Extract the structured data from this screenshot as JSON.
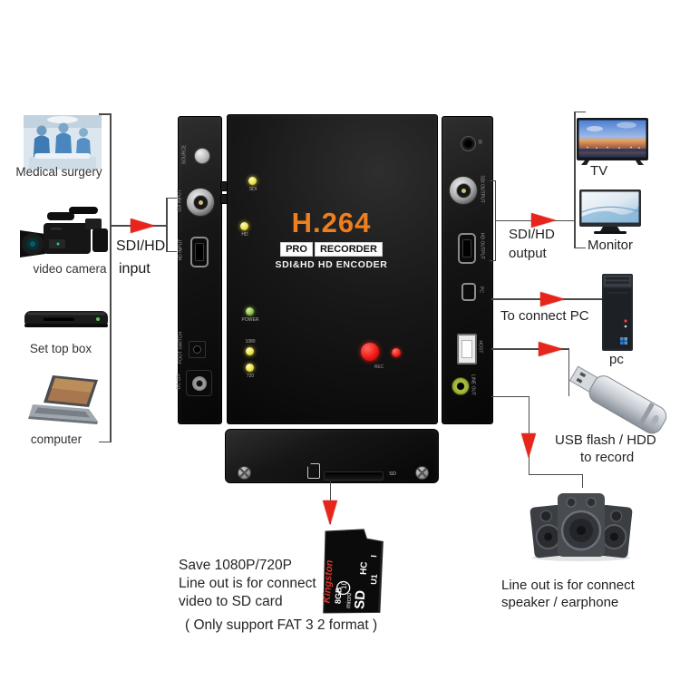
{
  "colors": {
    "arrow_red": "#e8251a",
    "brand_orange": "#ee7f1c",
    "led_yellow": "#e9e23a",
    "led_green": "#87ba43",
    "rec_red": "#ee1410",
    "panel_black": "#111111"
  },
  "left_column": {
    "sources": [
      {
        "label": "Medical surgery"
      },
      {
        "label": "video camera"
      },
      {
        "label": "Set top box"
      },
      {
        "label": "computer"
      }
    ],
    "input_caption": {
      "line1": "SDI/HD",
      "line2": "input"
    }
  },
  "device": {
    "brand": "H.264",
    "badge_left": "PRO",
    "badge_right": "RECORDER",
    "subtitle": "SDI&HD HD ENCODER",
    "rec_label": "REC",
    "leds": {
      "sdi": "SDI",
      "hd": "HD",
      "power": "POWER",
      "p1080": "1080",
      "p720": "720"
    },
    "left_panel_ports": [
      {
        "label": "SOURCE"
      },
      {
        "label": "SDI INPUT"
      },
      {
        "label": "HD INPUT"
      },
      {
        "label": "FOOT SWITCH"
      },
      {
        "label": "DC 12V"
      }
    ],
    "right_panel_ports": [
      {
        "label": "IR"
      },
      {
        "label": "SDI OUTPUT"
      },
      {
        "label": "HD OUTPUT"
      },
      {
        "label": "PC"
      },
      {
        "label": "HOST"
      },
      {
        "label": "LINE OUT"
      }
    ],
    "sd_slot_label": "SD"
  },
  "right_column": {
    "output_caption": {
      "line1": "SDI/HD",
      "line2": "output"
    },
    "tv_label": "TV",
    "monitor_label": "Monitor",
    "pc_caption": "To connect PC",
    "pc_label": "pc",
    "usb_caption": {
      "line1": "USB flash / HDD",
      "line2": "to record"
    },
    "speaker_caption": {
      "line1": "Line out is for connect",
      "line2": "speaker / earphone"
    }
  },
  "sd_card": {
    "brand": "Kingston",
    "capacity": "8GB",
    "type_micro": "micro",
    "type_sd": "SD",
    "type_hc": "HC",
    "speed_class": "10",
    "uhs": "U1",
    "bus": "I"
  },
  "bottom_note": {
    "line1": "Save 1080P/720P",
    "line2": "Line out is for connect",
    "line3": "video to SD card",
    "line4": "( Only support FAT 3 2 format )"
  }
}
